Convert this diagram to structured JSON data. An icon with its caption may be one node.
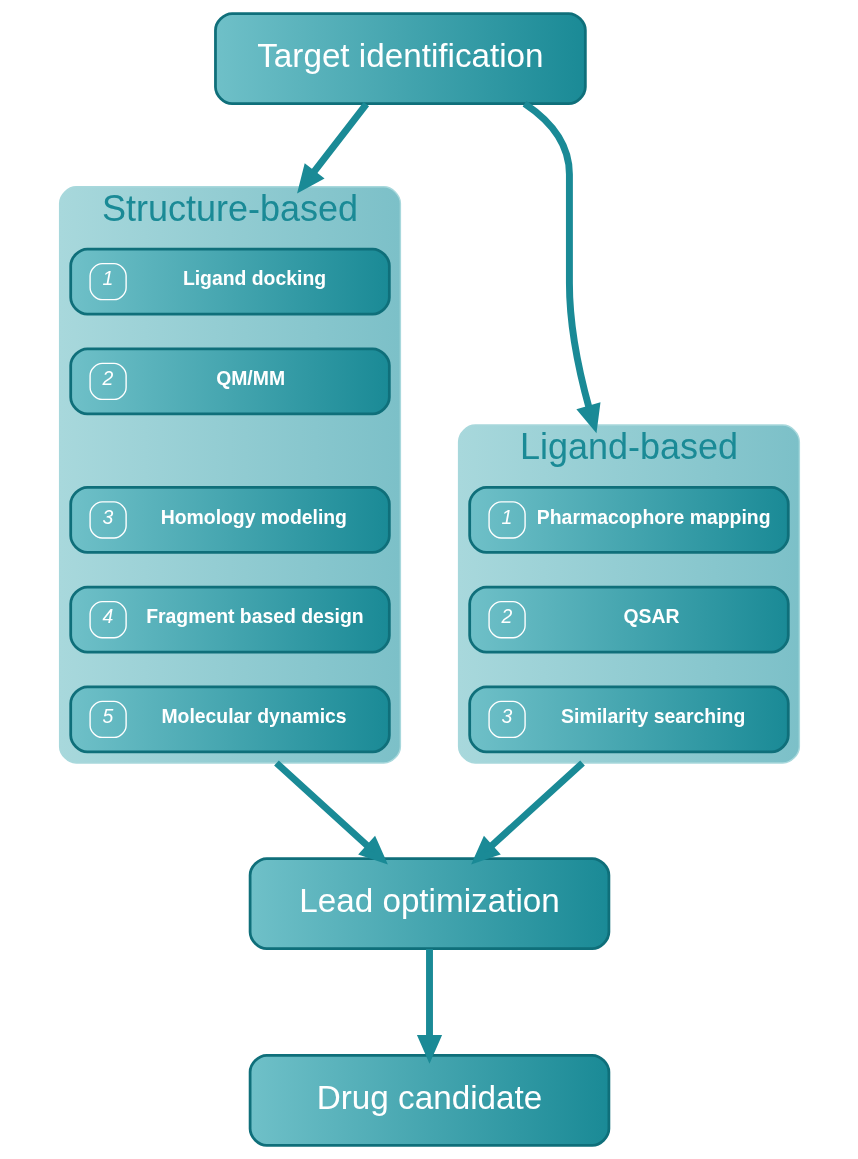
{
  "diagram": {
    "nodes": [
      {
        "text": [
          "Target identification"
        ]
      },
      {
        "text": [
          "Structure-based"
        ]
      },
      {
        "text": [
          "1",
          "Ligand docking"
        ],
        "in": 1
      },
      {
        "text": [
          "2",
          "QM/MM"
        ],
        "in": 1
      },
      {
        "text": [
          "3",
          "Homology modeling"
        ],
        "in": 1
      },
      {
        "text": [
          "4",
          "Fragment based design"
        ],
        "in": 1
      },
      {
        "text": [
          "5",
          "Molecular dynamics"
        ],
        "in": 1
      },
      {
        "text": [
          "Ligand-based"
        ]
      },
      {
        "text": [
          "1",
          "Pharmacophore mapping"
        ],
        "in": 7
      },
      {
        "text": [
          "2",
          "QSAR"
        ],
        "in": 7
      },
      {
        "text": [
          "3",
          "Similarity searching"
        ],
        "in": 7
      },
      {
        "text": [
          "Lead optimization"
        ]
      },
      {
        "text": [
          "Drug candidate"
        ]
      }
    ],
    "edges": [
      {
        "from": 0,
        "to": 1,
        "arrow": "to"
      },
      {
        "from": 0,
        "to": 7,
        "arrow": "to"
      },
      {
        "from": 1,
        "to": 11,
        "arrow": "to"
      },
      {
        "from": 7,
        "to": 11,
        "arrow": "to"
      },
      {
        "from": 11,
        "to": 12,
        "arrow": "to"
      }
    ]
  }
}
